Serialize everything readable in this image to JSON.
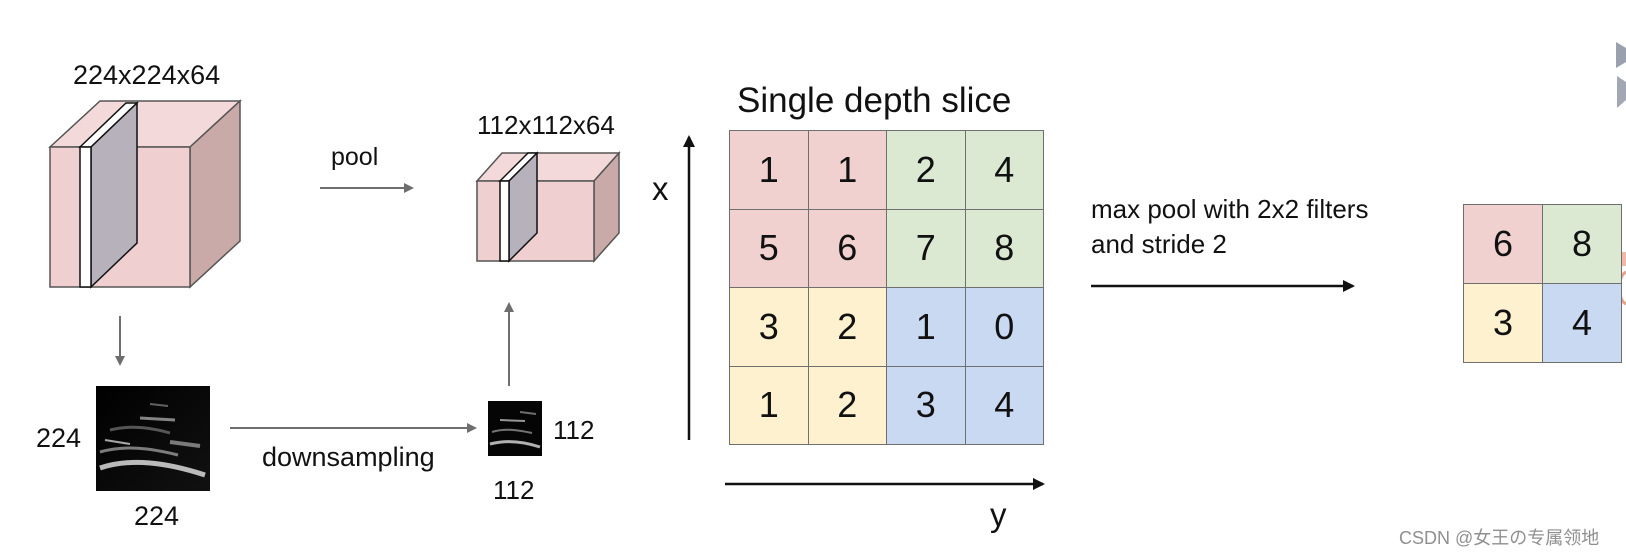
{
  "volume_large": {
    "label": "224x224x64"
  },
  "pool_label": "pool",
  "volume_small": {
    "label": "112x112x64"
  },
  "image_large": {
    "height_label": "224",
    "width_label": "224"
  },
  "downsampling_label": "downsampling",
  "image_small": {
    "height_label": "112",
    "width_label": "112"
  },
  "slice_title": "Single depth slice",
  "axis_x_label": "x",
  "axis_y_label": "y",
  "input_grid": [
    [
      "1",
      "1",
      "2",
      "4"
    ],
    [
      "5",
      "6",
      "7",
      "8"
    ],
    [
      "3",
      "2",
      "1",
      "0"
    ],
    [
      "1",
      "2",
      "3",
      "4"
    ]
  ],
  "operation_label_line1": "max pool with 2x2 filters",
  "operation_label_line2": "and stride 2",
  "output_grid": [
    [
      "6",
      "8"
    ],
    [
      "3",
      "4"
    ]
  ],
  "quadrant_colors": {
    "top_left": "#f1d0d0",
    "top_right": "#dbe9d3",
    "bottom_left": "#fdf1cf",
    "bottom_right": "#c9d9f1"
  },
  "volume_fill_color": "#f0cfd0",
  "watermark": "CSDN @女王の专属领地"
}
